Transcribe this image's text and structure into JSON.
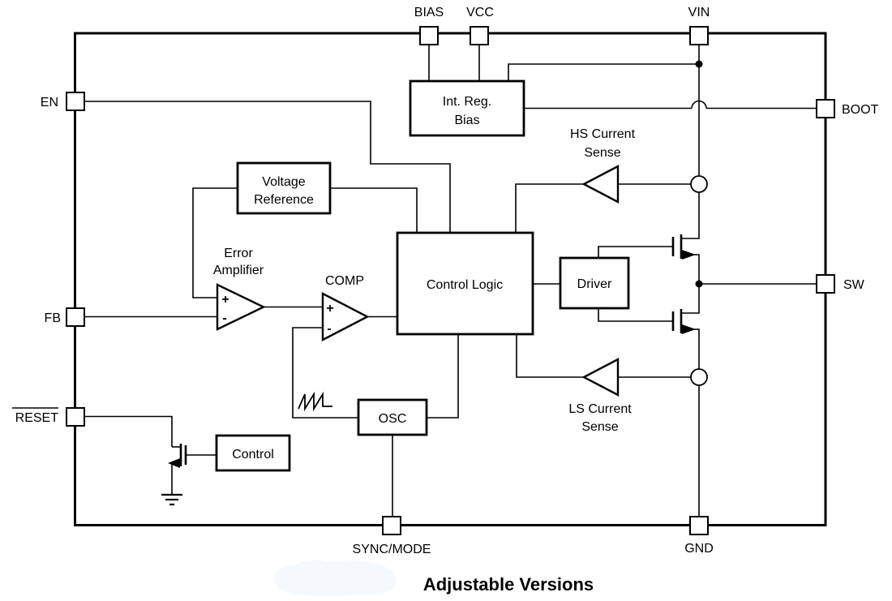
{
  "diagram": {
    "caption": "Adjustable Versions",
    "pins": {
      "bias": "BIAS",
      "vcc": "VCC",
      "vin": "VIN",
      "en": "EN",
      "fb": "FB",
      "reset": "RESET",
      "boot": "BOOT",
      "sw": "SW",
      "sync_mode": "SYNC/MODE",
      "gnd": "GND"
    },
    "blocks": {
      "int_reg_bias": {
        "line1": "Int. Reg.",
        "line2": "Bias"
      },
      "voltage_reference": {
        "line1": "Voltage",
        "line2": "Reference"
      },
      "control_logic": "Control Logic",
      "driver": "Driver",
      "osc": "OSC",
      "control": "Control"
    },
    "amplifiers": {
      "error_amplifier": {
        "line1": "Error",
        "line2": "Amplifier",
        "plus": "+",
        "minus": "-"
      },
      "comparator": {
        "label": "COMP",
        "plus": "+",
        "minus": "-"
      }
    },
    "current_sense": {
      "hs": {
        "line1": "HS Current",
        "line2": "Sense"
      },
      "ls": {
        "line1": "LS Current",
        "line2": "Sense"
      }
    },
    "colors": {
      "stroke": "#000000",
      "text": "#000000",
      "background": "#ffffff",
      "highlight_blob": "#f4f9fe"
    }
  }
}
